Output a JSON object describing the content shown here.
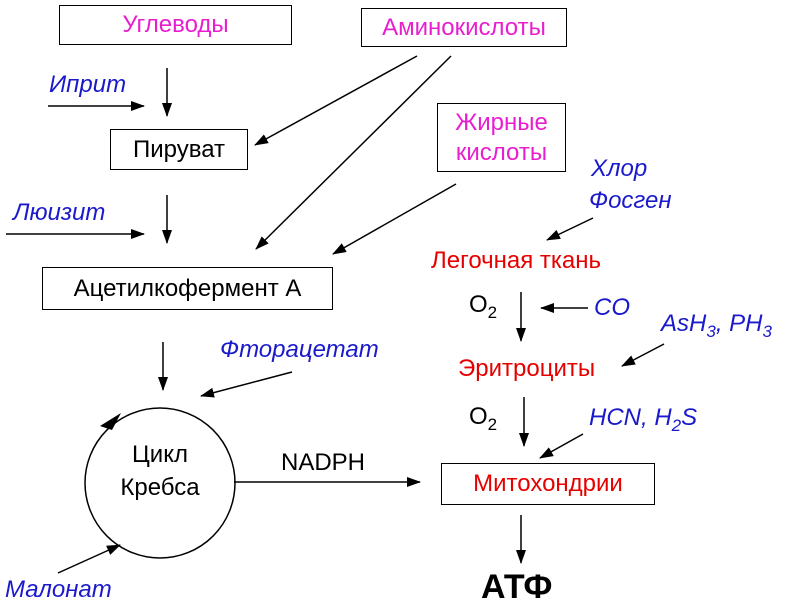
{
  "sources": {
    "carbs": "Углеводы",
    "amino": "Аминокислоты",
    "fatty_line1": "Жирные",
    "fatty_line2": "кислоты"
  },
  "intermediates": {
    "pyruvate": "Пируват",
    "acetyl_coa": "Ацетилкофермент А",
    "krebs_line1": "Цикл",
    "krebs_line2": "Кребса"
  },
  "inhibitors": {
    "iprit": "Иприт",
    "lewisite": "Люизит",
    "fluoroacetate": "Фторацетат",
    "malonate": "Малонат",
    "chlor": "Хлор",
    "phosgene": "Фосген",
    "co": "CO",
    "arsine_phosphine": {
      "p1": "AsH",
      "s1": "3",
      "p2": ", PH",
      "s2": "3"
    },
    "hcn_h2s": {
      "p1": "HCN, H",
      "s1": "2",
      "p2": "S"
    }
  },
  "targets": {
    "lung": "Легочная ткань",
    "erythrocytes": "Эритроциты",
    "mitochondria": "Митохондрии",
    "atp": "АТФ"
  },
  "oxygen": {
    "main": "O",
    "sub": "2"
  },
  "nadph": "NADPH",
  "colors": {
    "source": "#e81ecf",
    "inhibitor": "#1a1acc",
    "target": "#e60000",
    "line": "#000000"
  }
}
